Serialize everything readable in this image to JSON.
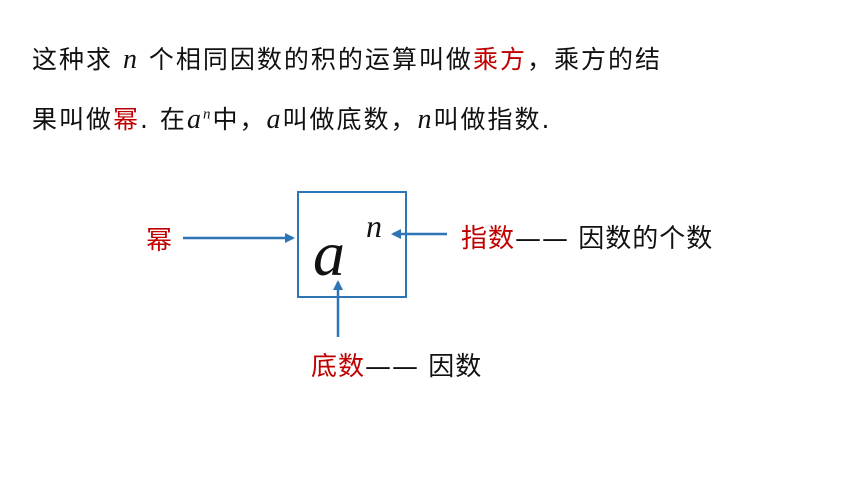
{
  "text": {
    "l1_a": "这种求",
    "l1_n": "n",
    "l1_b": "个相同因数的积的运算叫做",
    "l1_red": "乘方",
    "l1_c": "，乘方的结",
    "l2_a": "果叫做",
    "l2_red": "幂",
    "l2_b": ". 在",
    "l2_a_var": "a",
    "l2_n_sup": "n",
    "l2_c": "中，",
    "l2_a_var2": "a",
    "l2_d": "叫做底数，",
    "l2_n_var": "n",
    "l2_e": "叫做指数."
  },
  "diagram": {
    "base": "a",
    "exponent": "n",
    "power_label": "幂",
    "exponent_label": "指数",
    "exponent_desc": "—— 因数的个数",
    "base_label": "底数",
    "base_desc": "—— 因数"
  },
  "colors": {
    "highlight": "#c00000",
    "arrow": "#2e75b6",
    "text": "#111111"
  }
}
